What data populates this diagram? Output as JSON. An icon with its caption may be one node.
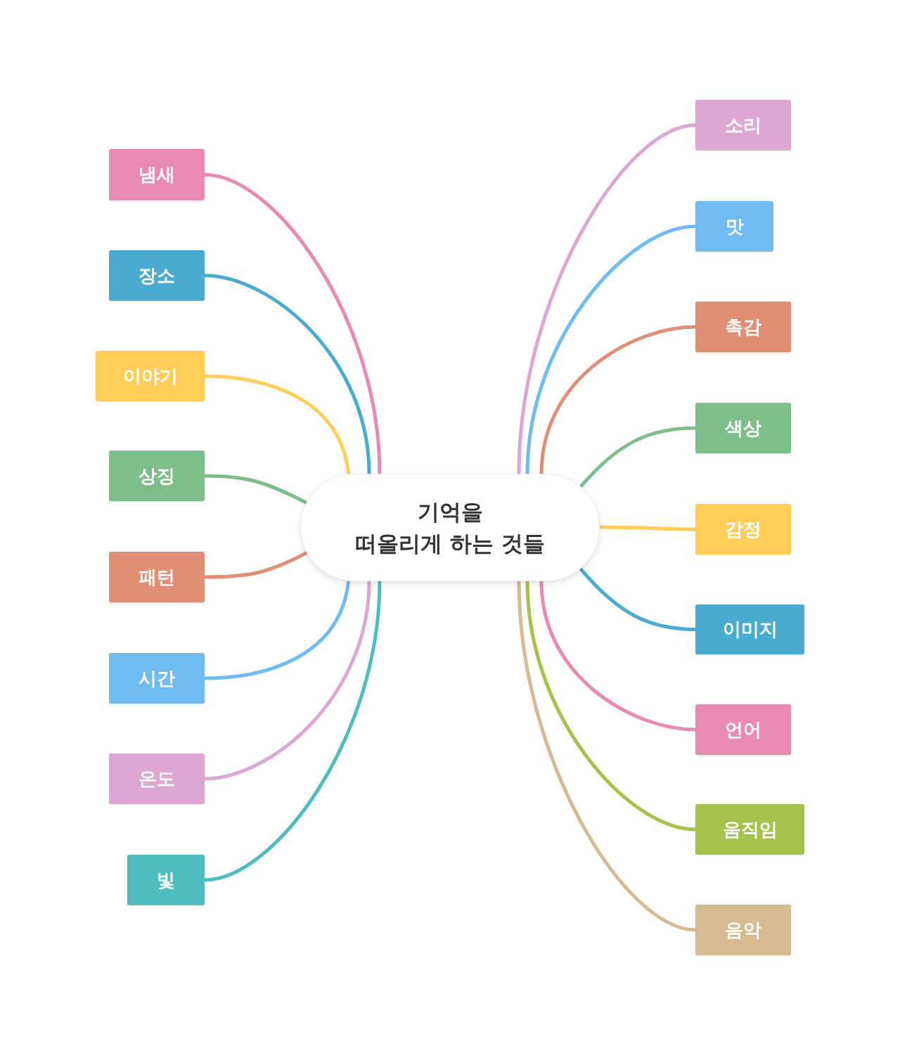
{
  "diagram": {
    "nodes": [
      {
        "text": [
          "기억을 떠올리게 하는 것들"
        ]
      },
      {
        "text": [
          "냄새"
        ]
      },
      {
        "text": [
          "장소"
        ]
      },
      {
        "text": [
          "이야기"
        ]
      },
      {
        "text": [
          "상징"
        ]
      },
      {
        "text": [
          "패턴"
        ]
      },
      {
        "text": [
          "시간"
        ]
      },
      {
        "text": [
          "온도"
        ]
      },
      {
        "text": [
          "빛"
        ]
      },
      {
        "text": [
          "소리"
        ]
      },
      {
        "text": [
          "맛"
        ]
      },
      {
        "text": [
          "촉감"
        ]
      },
      {
        "text": [
          "색상"
        ]
      },
      {
        "text": [
          "감정"
        ]
      },
      {
        "text": [
          "이미지"
        ]
      },
      {
        "text": [
          "언어"
        ]
      },
      {
        "text": [
          "움직임"
        ]
      },
      {
        "text": [
          "음악"
        ]
      }
    ],
    "edges": [
      {
        "from": 0,
        "to": 1,
        "arrow": "none",
        "color": "#e98ab3"
      },
      {
        "from": 0,
        "to": 2,
        "arrow": "none",
        "color": "#4aabd1"
      },
      {
        "from": 0,
        "to": 3,
        "arrow": "none",
        "color": "#ffcd58"
      },
      {
        "from": 0,
        "to": 4,
        "arrow": "none",
        "color": "#7dbe8b"
      },
      {
        "from": 0,
        "to": 5,
        "arrow": "none",
        "color": "#e08e74"
      },
      {
        "from": 0,
        "to": 6,
        "arrow": "none",
        "color": "#6fbcf2"
      },
      {
        "from": 0,
        "to": 7,
        "arrow": "none",
        "color": "#dda6d3"
      },
      {
        "from": 0,
        "to": 8,
        "arrow": "none",
        "color": "#4fbdbf"
      },
      {
        "from": 0,
        "to": 9,
        "arrow": "none",
        "color": "#dda6d3"
      },
      {
        "from": 0,
        "to": 10,
        "arrow": "none",
        "color": "#6fbcf2"
      },
      {
        "from": 0,
        "to": 11,
        "arrow": "none",
        "color": "#e08e74"
      },
      {
        "from": 0,
        "to": 12,
        "arrow": "none",
        "color": "#7dbe8b"
      },
      {
        "from": 0,
        "to": 13,
        "arrow": "none",
        "color": "#ffcd58"
      },
      {
        "from": 0,
        "to": 14,
        "arrow": "none",
        "color": "#4aabd1"
      },
      {
        "from": 0,
        "to": 15,
        "arrow": "none",
        "color": "#e98ab3"
      },
      {
        "from": 0,
        "to": 16,
        "arrow": "none",
        "color": "#a5c34b"
      },
      {
        "from": 0,
        "to": 17,
        "arrow": "none",
        "color": "#d5ba92"
      }
    ]
  }
}
